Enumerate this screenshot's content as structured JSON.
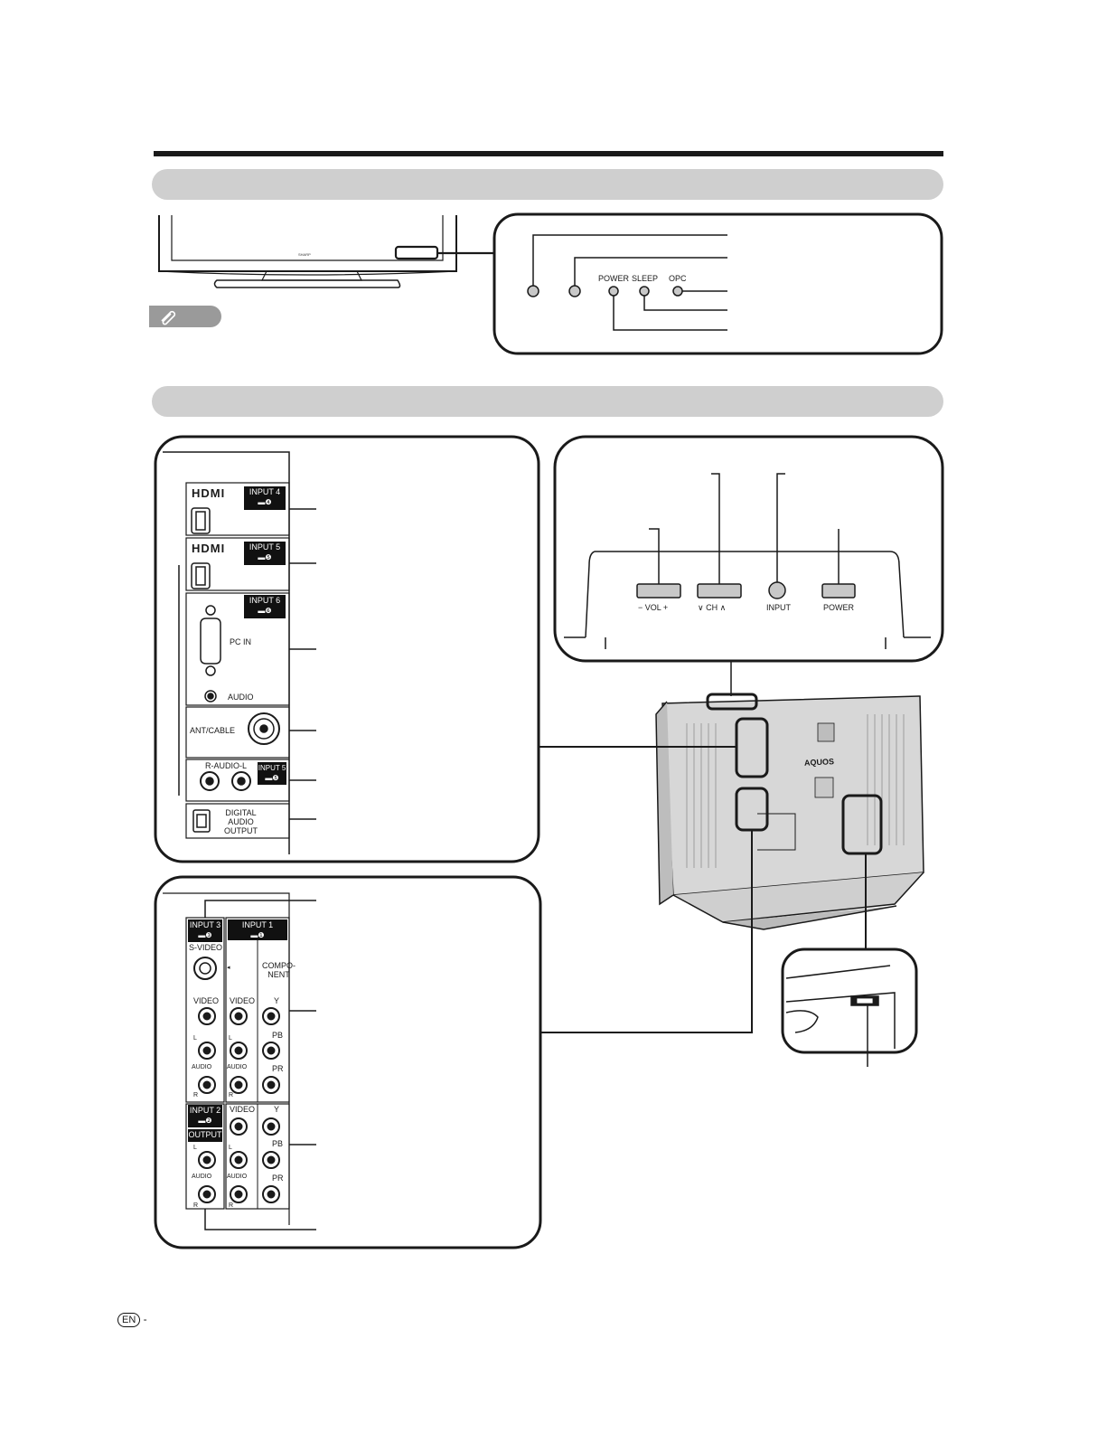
{
  "front_indicator": {
    "power_label": "POWER",
    "sleep_label": "SLEEP",
    "opc_label": "OPC"
  },
  "side_panel": {
    "hdmi_logo": "HDMI",
    "input4": "INPUT 4",
    "input5": "INPUT 5",
    "input6": "INPUT 6",
    "pc_in": "PC IN",
    "audio": "AUDIO",
    "ant_cable": "ANT/CABLE",
    "r_audio_l": "R-AUDIO-L",
    "digital_audio_output": [
      "DIGITAL",
      "AUDIO",
      "OUTPUT"
    ]
  },
  "top_controls": {
    "vol": "− VOL +",
    "ch": "∨ CH ∧",
    "input": "INPUT",
    "power": "POWER"
  },
  "rear_panel": {
    "input3": "INPUT 3",
    "input1": "INPUT 1",
    "input2": "INPUT 2",
    "s_video": "S-VIDEO",
    "component": [
      "COMPO-",
      "NENT"
    ],
    "video": "VIDEO",
    "y": "Y",
    "pb": "PB",
    "pr": "PR",
    "l": "L",
    "r": "R",
    "audio": "AUDIO",
    "output": "OUTPUT"
  },
  "tv_brand": "AQUOS",
  "footer": {
    "lang": "EN",
    "dash": "-"
  }
}
